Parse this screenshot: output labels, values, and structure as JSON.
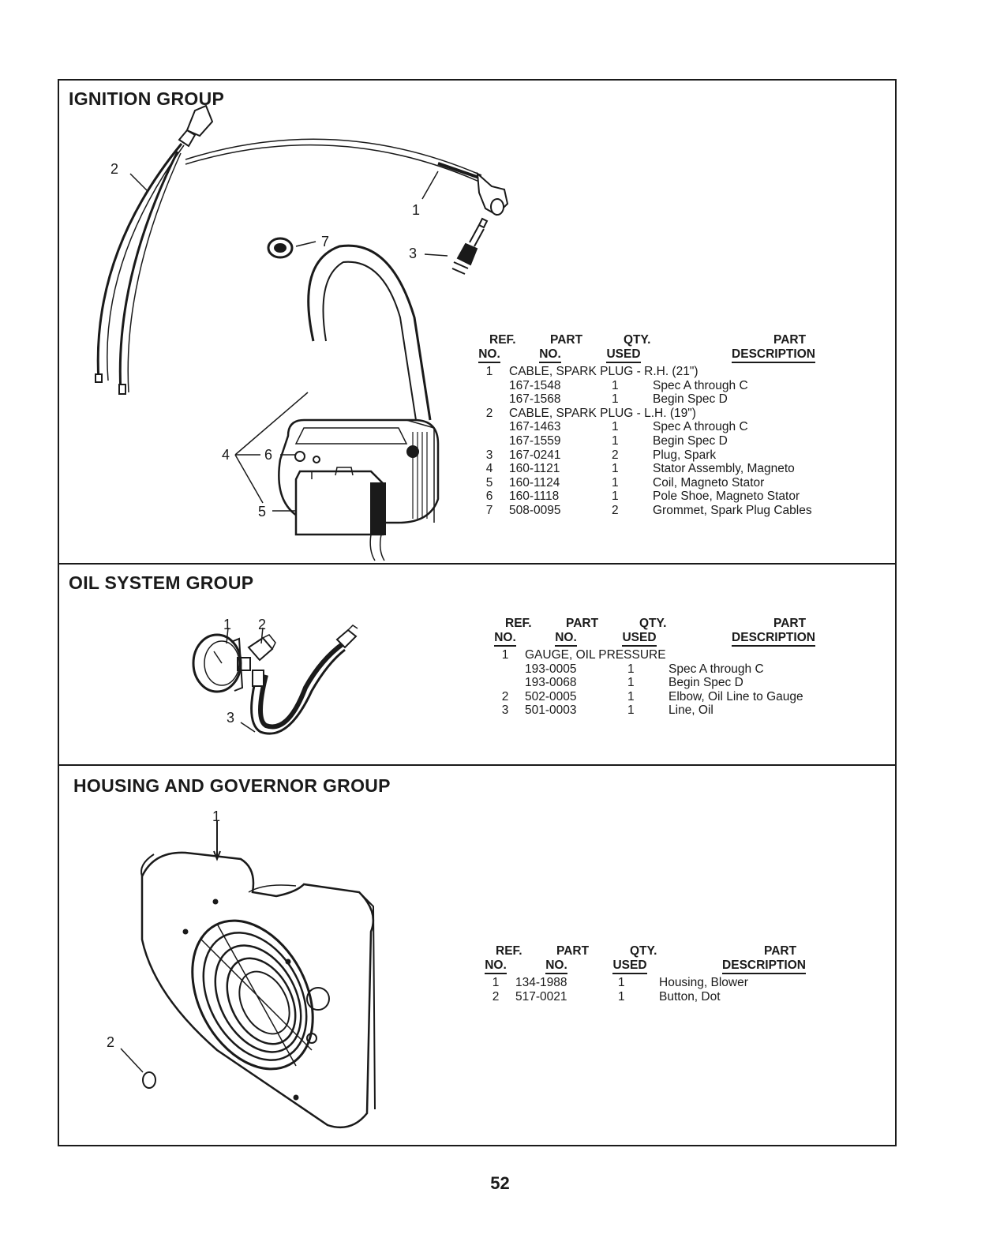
{
  "sections": [
    {
      "title": "IGNITION GROUP",
      "headers": {
        "ref": [
          "REF.",
          "NO."
        ],
        "part": [
          "PART",
          "NO."
        ],
        "qty": [
          "QTY.",
          "USED"
        ],
        "desc": [
          "PART",
          "DESCRIPTION"
        ]
      },
      "rows": [
        {
          "ref": "1",
          "part": "CABLE, SPARK PLUG - R.H. (21\")",
          "qty": "",
          "desc": ""
        },
        {
          "ref": "",
          "part": "167-1548",
          "qty": "1",
          "desc": "Spec A through C"
        },
        {
          "ref": "",
          "part": "167-1568",
          "qty": "1",
          "desc": "Begin Spec D"
        },
        {
          "ref": "2",
          "part": "CABLE, SPARK PLUG - L.H. (19\")",
          "qty": "",
          "desc": ""
        },
        {
          "ref": "",
          "part": "167-1463",
          "qty": "1",
          "desc": "Spec A through C"
        },
        {
          "ref": "",
          "part": "167-1559",
          "qty": "1",
          "desc": "Begin Spec D"
        },
        {
          "ref": "3",
          "part": "167-0241",
          "qty": "2",
          "desc": "Plug, Spark"
        },
        {
          "ref": "4",
          "part": "160-1121",
          "qty": "1",
          "desc": "Stator Assembly, Magneto"
        },
        {
          "ref": "5",
          "part": "160-1124",
          "qty": "1",
          "desc": "Coil, Magneto Stator"
        },
        {
          "ref": "6",
          "part": "160-1118",
          "qty": "1",
          "desc": "Pole Shoe, Magneto Stator"
        },
        {
          "ref": "7",
          "part": "508-0095",
          "qty": "2",
          "desc": "Grommet, Spark Plug Cables"
        }
      ],
      "callouts": [
        "1",
        "2",
        "3",
        "4",
        "5",
        "6",
        "7"
      ]
    },
    {
      "title": "OIL SYSTEM GROUP",
      "headers": {
        "ref": [
          "REF.",
          "NO."
        ],
        "part": [
          "PART",
          "NO."
        ],
        "qty": [
          "QTY.",
          "USED"
        ],
        "desc": [
          "PART",
          "DESCRIPTION"
        ]
      },
      "rows": [
        {
          "ref": "1",
          "part": "GAUGE, OIL PRESSURE",
          "qty": "",
          "desc": ""
        },
        {
          "ref": "",
          "part": "193-0005",
          "qty": "1",
          "desc": "Spec A through C"
        },
        {
          "ref": "",
          "part": "193-0068",
          "qty": "1",
          "desc": "Begin Spec D"
        },
        {
          "ref": "2",
          "part": "502-0005",
          "qty": "1",
          "desc": "Elbow, Oil Line to Gauge"
        },
        {
          "ref": "3",
          "part": "501-0003",
          "qty": "1",
          "desc": "Line, Oil"
        }
      ],
      "callouts": [
        "1",
        "2",
        "3"
      ]
    },
    {
      "title": "HOUSING AND GOVERNOR GROUP",
      "headers": {
        "ref": [
          "REF.",
          "NO."
        ],
        "part": [
          "PART",
          "NO."
        ],
        "qty": [
          "QTY.",
          "USED"
        ],
        "desc": [
          "PART",
          "DESCRIPTION"
        ]
      },
      "rows": [
        {
          "ref": "1",
          "part": "134-1988",
          "qty": "1",
          "desc": "Housing, Blower"
        },
        {
          "ref": "2",
          "part": "517-0021",
          "qty": "1",
          "desc": "Button, Dot"
        }
      ],
      "callouts": [
        "1",
        "2"
      ]
    }
  ],
  "page_number": "52"
}
